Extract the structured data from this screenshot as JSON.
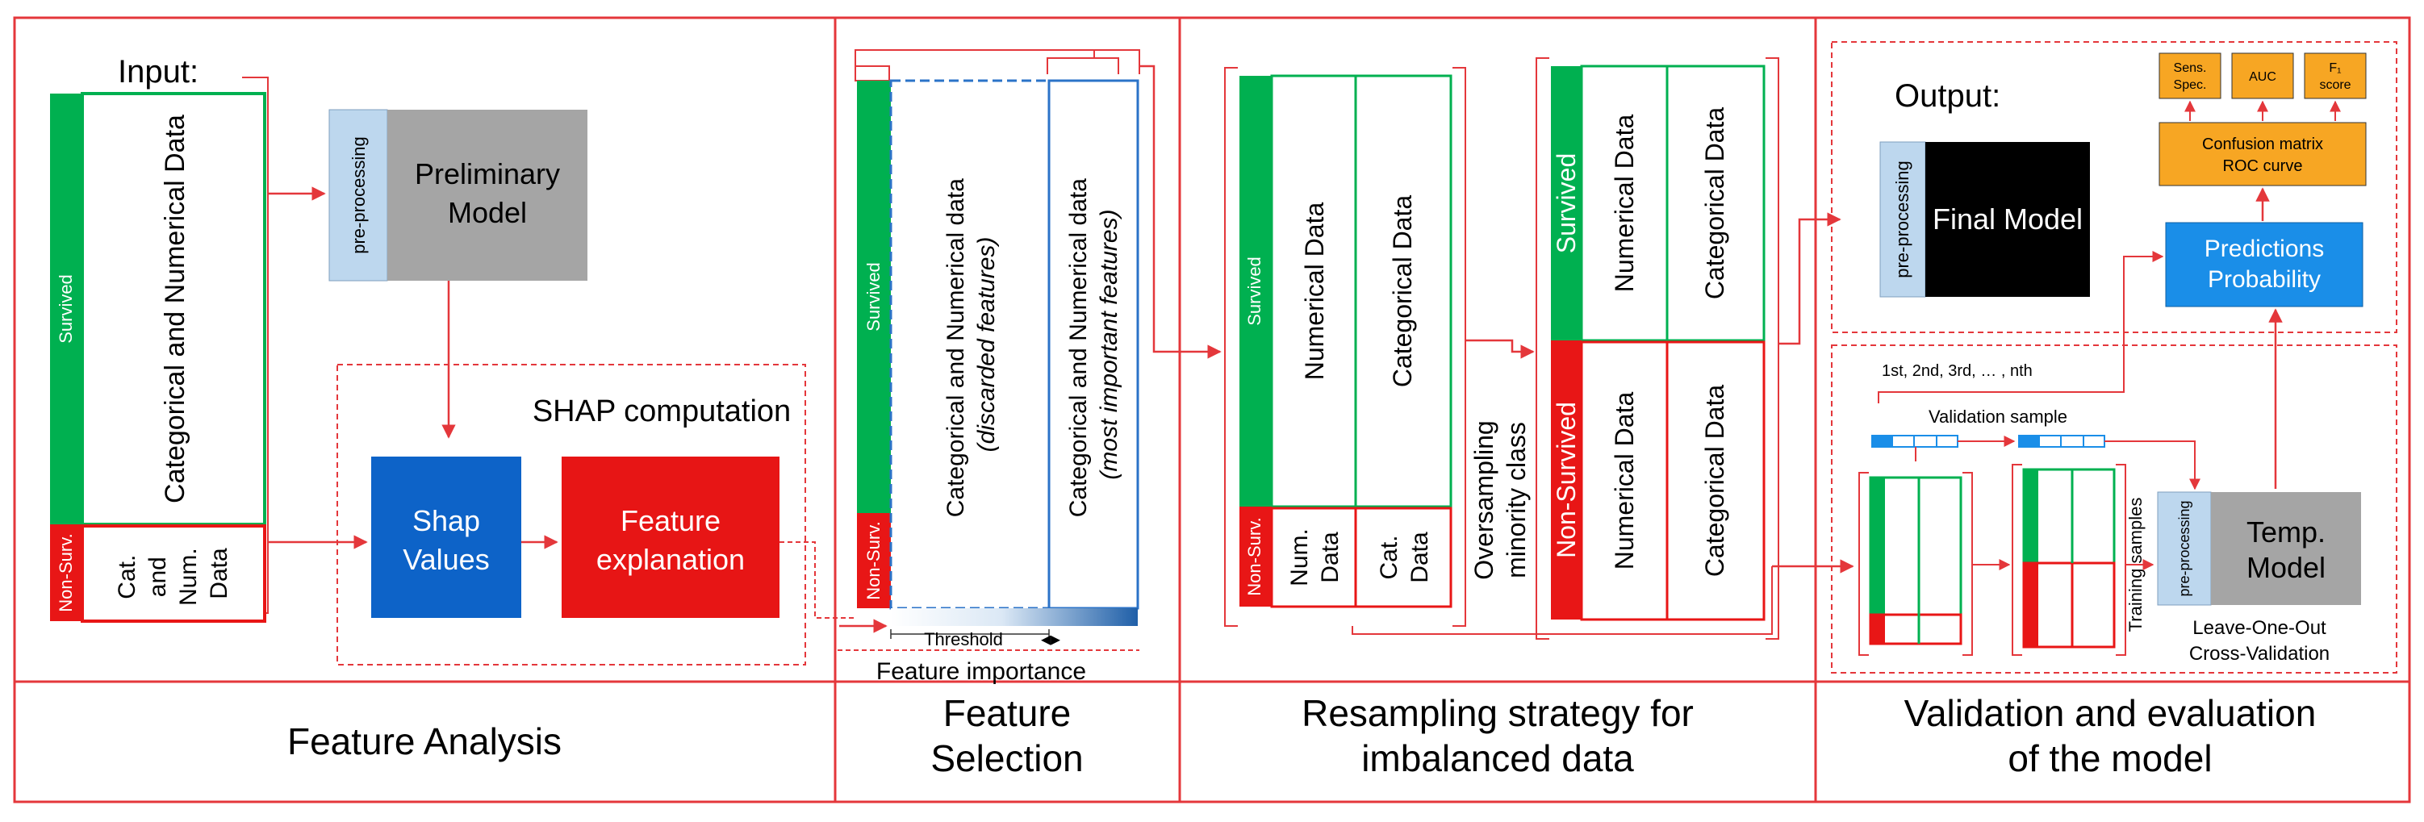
{
  "sections": [
    {
      "title_lines": [
        "Feature Analysis"
      ]
    },
    {
      "title_lines": [
        "Feature",
        "Selection"
      ]
    },
    {
      "title_lines": [
        "Resampling strategy for",
        "imbalanced data"
      ]
    },
    {
      "title_lines": [
        "Validation and evaluation",
        "of the model"
      ]
    }
  ],
  "analysis": {
    "input_label": "Input:",
    "survived": "Survived",
    "main_data": "Categorical and Numerical Data",
    "non_surv": "Non-Surv.",
    "small_data_lines": [
      "Cat.",
      "and",
      "Num.",
      "Data"
    ],
    "preprocessing": "pre-processing",
    "preliminary_model_lines": [
      "Preliminary",
      "Model"
    ],
    "shap_computation": "SHAP computation",
    "shap_values_lines": [
      "Shap",
      "Values"
    ],
    "feature_explanation_lines": [
      "Feature",
      "explanation"
    ]
  },
  "selection": {
    "survived": "Survived",
    "non_surv": "Non-Surv.",
    "discarded_line1": "Categorical and Numerical data",
    "discarded_line2": "(discarded features)",
    "important_line1": "Categorical and Numerical data",
    "important_line2": "(most important features)",
    "threshold": "Threshold",
    "feature_importance": "Feature importance"
  },
  "resampling": {
    "survived": "Survived",
    "non_surv": "Non-Surv.",
    "numerical_data": "Numerical Data",
    "categorical_data": "Categorical Data",
    "num_data_lines": [
      "Num.",
      "Data"
    ],
    "cat_data_lines": [
      "Cat.",
      "Data"
    ],
    "oversampling_lines": [
      "Oversampling",
      "minority class"
    ],
    "survived_right": "Survived",
    "non_survived_right": "Non-Survived",
    "numerical_data_right": "Numerical Data",
    "categorical_data_right": "Categorical Data"
  },
  "validation": {
    "output_label": "Output:",
    "preprocessing": "pre-processing",
    "final_model": "Final Model",
    "metrics": [
      {
        "lines": [
          "Sens.",
          "Spec."
        ]
      },
      {
        "lines": [
          "AUC"
        ]
      },
      {
        "lines": [
          "F₁",
          "score"
        ]
      }
    ],
    "confusion_lines": [
      "Confusion matrix",
      "ROC curve"
    ],
    "predictions_lines": [
      "Predictions",
      "Probability"
    ],
    "iterations": "1st, 2nd, 3rd, … , nth",
    "validation_sample": "Validation sample",
    "training_samples": "Training  samples",
    "temp_model_lines": [
      "Temp.",
      "Model"
    ],
    "loocv_lines": [
      "Leave-One-Out",
      "Cross-Validation"
    ]
  },
  "colors": {
    "frame": "#e4373b",
    "green": "#00b050",
    "red": "#e81616",
    "blue": "#2b73c8",
    "light_blue": "#bdd7ee",
    "gray": "#a5a5a5",
    "shap_blue": "#0d63c8",
    "feature_red": "#e71515",
    "orange": "#f7a623",
    "pred_blue": "#1a8ee8"
  }
}
